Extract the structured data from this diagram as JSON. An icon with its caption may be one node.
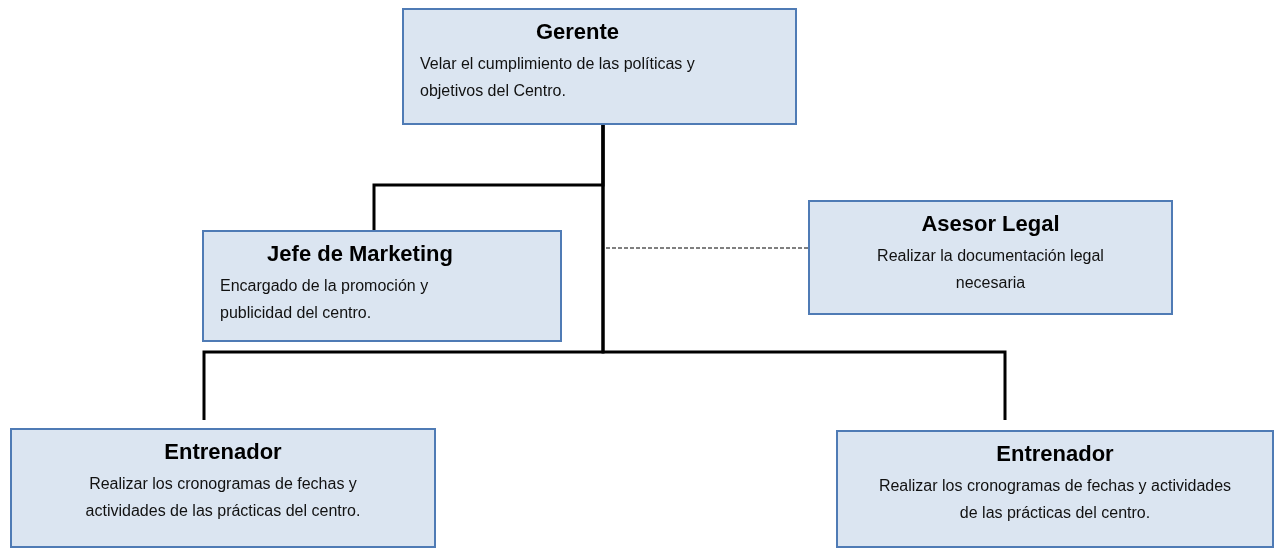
{
  "diagram": {
    "nodes": [
      {
        "text": [
          "Gerente",
          "Velar el cumplimiento de las políticas y objetivos del Centro."
        ]
      },
      {
        "text": [
          "Jefe de Marketing",
          "Encargado de la promoción y publicidad del centro."
        ]
      },
      {
        "text": [
          "Asesor Legal",
          "Realizar la documentación legal necesaria"
        ]
      },
      {
        "text": [
          "Entrenador",
          "Realizar los cronogramas de fechas y actividades de las prácticas del centro."
        ]
      },
      {
        "text": [
          "Entrenador",
          "Realizar los cronogramas de fechas y actividades de las prácticas del centro."
        ]
      }
    ],
    "edges": [
      {
        "from": 0,
        "to": 1,
        "arrow": "none"
      },
      {
        "from": 0,
        "to": 2,
        "arrow": "none",
        "style": "dashed"
      },
      {
        "from": 0,
        "to": 3,
        "arrow": "none"
      },
      {
        "from": 0,
        "to": 4,
        "arrow": "none"
      }
    ]
  }
}
